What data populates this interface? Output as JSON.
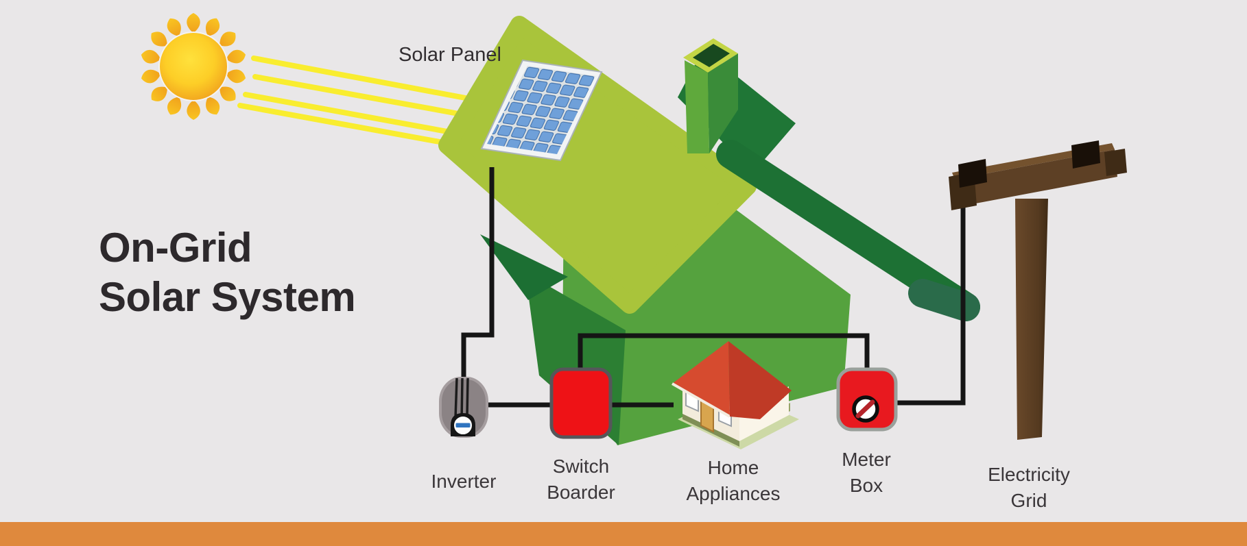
{
  "title": "On-Grid\nSolar System",
  "labels": {
    "solar_panel": "Solar Panel",
    "inverter": "Inverter",
    "switch_boarder": "Switch\nBoarder",
    "home_appliances": "Home\nAppliances",
    "meter_box": "Meter\nBox",
    "electricity_grid": "Electricity\nGrid"
  },
  "diagram": {
    "type": "flow-diagram",
    "nodes": [
      "Sun",
      "Solar Panel",
      "Inverter",
      "Switch Boarder",
      "Home Appliances",
      "Meter Box",
      "Electricity Grid"
    ],
    "connections": [
      {
        "from": "Sun",
        "to": "Solar Panel",
        "via": "sun rays"
      },
      {
        "from": "Solar Panel",
        "to": "Inverter",
        "via": "wire"
      },
      {
        "from": "Inverter",
        "to": "Switch Boarder",
        "via": "wire"
      },
      {
        "from": "Switch Boarder",
        "to": "Home Appliances",
        "via": "wire"
      },
      {
        "from": "Switch Boarder",
        "to": "Meter Box",
        "via": "wire"
      },
      {
        "from": "Meter Box",
        "to": "Electricity Grid",
        "via": "wire"
      }
    ]
  },
  "colors": {
    "background": "#e9e7e8",
    "bottom_bar_orange": "#df893d",
    "wire_black": "#151515",
    "sun_core": "#ffe13c",
    "sun_edge": "#f4a51d",
    "ray_yellow": "#f9ed2f",
    "roof_light_green": "#a9c43b",
    "roof_dark_green": "#1d7134",
    "house_green": "#55a23e",
    "panel_cell_blue": "#6fa0d9",
    "component_red": "#ee1216",
    "inverter_gray": "#8b8385",
    "pole_brown": "#5d4025",
    "text_dark": "#2d292c"
  }
}
